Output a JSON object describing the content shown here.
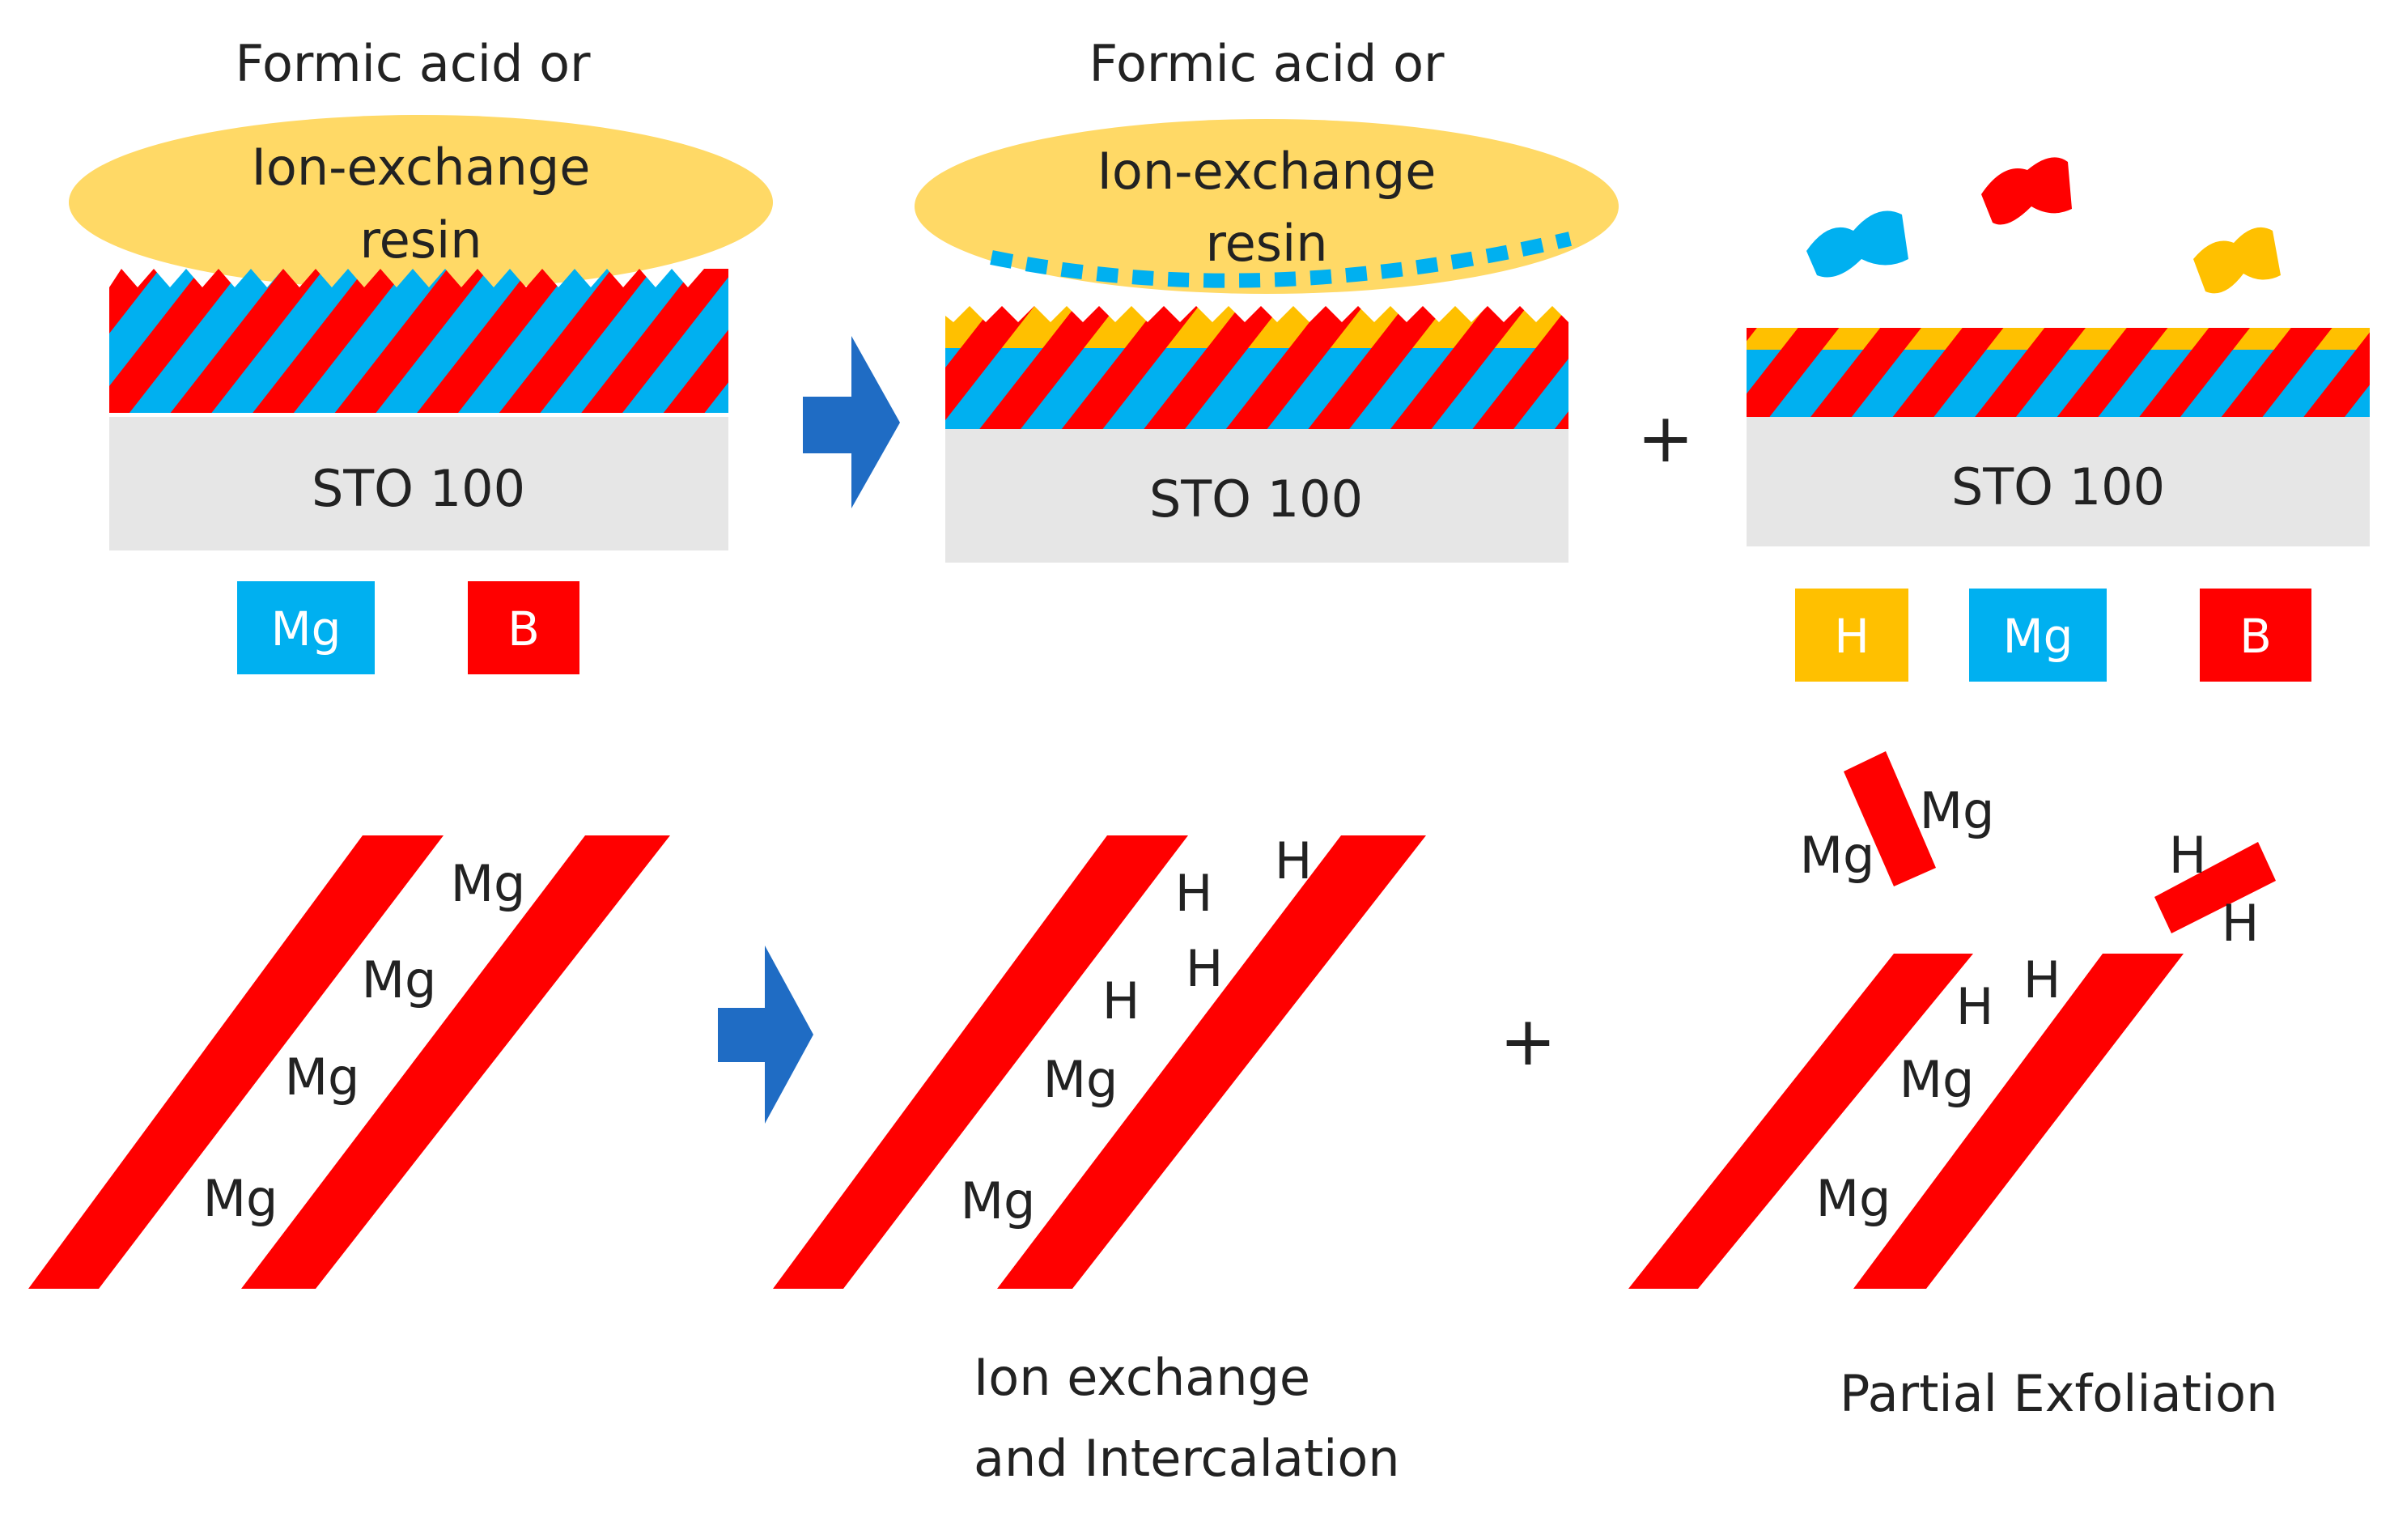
{
  "colors": {
    "mg": "#00B0F0",
    "b": "#FF0000",
    "h": "#FFC000",
    "resin": "#FFD966",
    "substrate": "#E6E6E6",
    "arrow": "#1F6CC4",
    "text": "#222222",
    "white": "#FFFFFF"
  },
  "top_row": {
    "panel1": {
      "reagent_line1": "Formic acid or",
      "reagent_line2": "Ion-exchange",
      "reagent_line3": "resin",
      "substrate": "STO 100",
      "legend": [
        {
          "label": "Mg",
          "color": "#00B0F0"
        },
        {
          "label": "B",
          "color": "#FF0000"
        }
      ]
    },
    "panel2": {
      "reagent_line1": "Formic acid or",
      "reagent_line2": "Ion-exchange",
      "reagent_line3": "resin",
      "substrate": "STO 100"
    },
    "plus": "+",
    "panel3": {
      "substrate": "STO 100",
      "legend": [
        {
          "label": "H",
          "color": "#FFC000"
        },
        {
          "label": "Mg",
          "color": "#00B0F0"
        },
        {
          "label": "B",
          "color": "#FF0000"
        }
      ]
    }
  },
  "bottom_row": {
    "panel1": {
      "mg_labels": [
        "Mg",
        "Mg",
        "Mg",
        "Mg"
      ]
    },
    "panel2": {
      "h_labels": [
        "H",
        "H",
        "H",
        "H"
      ],
      "mg_labels": [
        "Mg",
        "Mg"
      ],
      "caption_line1": "Ion exchange",
      "caption_line2": "and Intercalation"
    },
    "plus": "+",
    "panel3": {
      "flake1_labels": [
        "Mg",
        "Mg"
      ],
      "flake2_labels": [
        "H",
        "H"
      ],
      "h_labels": [
        "H",
        "H"
      ],
      "mg_labels": [
        "Mg",
        "Mg"
      ],
      "caption": "Partial Exfoliation"
    }
  }
}
